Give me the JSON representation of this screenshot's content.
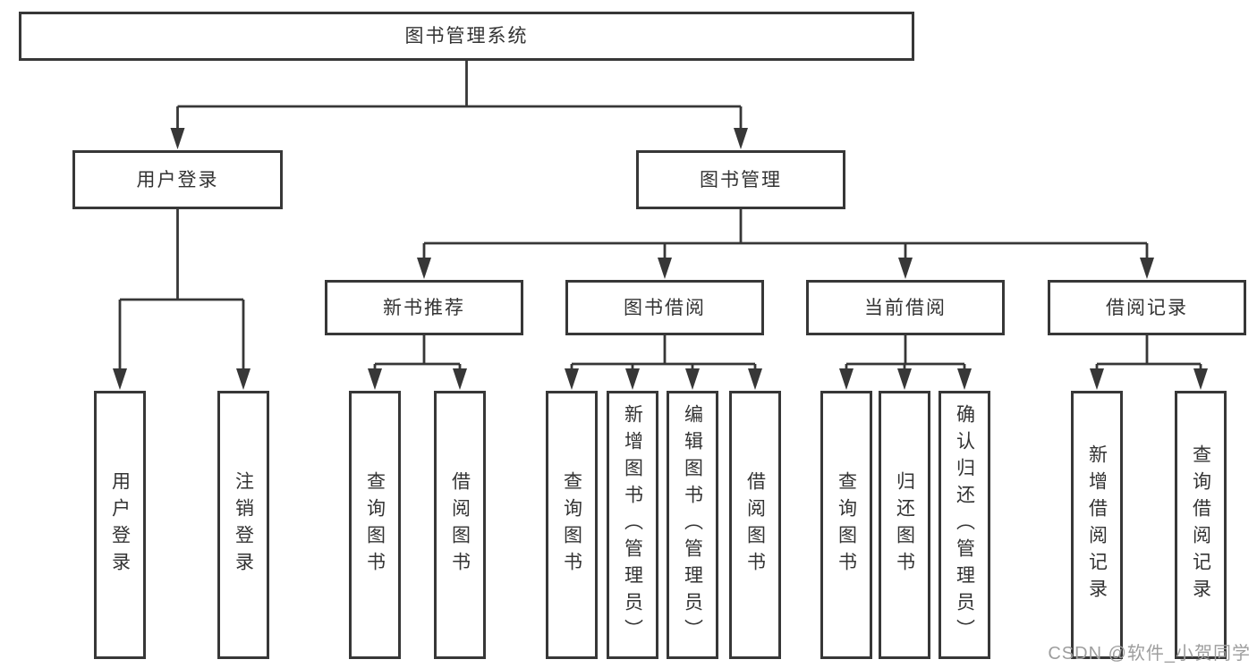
{
  "watermark": {
    "text": "CSDN @软件_小贺同学"
  },
  "colors": {
    "line": "#373737",
    "text": "#333333",
    "background": "#ffffff",
    "watermark": "#9e9e9e"
  },
  "tree": {
    "label": "图书管理系统",
    "children": [
      {
        "label": "用户登录",
        "children": [
          {
            "label": "用户登录"
          },
          {
            "label": "注销登录"
          }
        ]
      },
      {
        "label": "图书管理",
        "children": [
          {
            "label": "新书推荐",
            "children": [
              {
                "label": "查询图书"
              },
              {
                "label": "借阅图书"
              }
            ]
          },
          {
            "label": "图书借阅",
            "children": [
              {
                "label": "查询图书"
              },
              {
                "label": "新增图书（管理员）"
              },
              {
                "label": "编辑图书（管理员）"
              },
              {
                "label": "借阅图书"
              }
            ]
          },
          {
            "label": "当前借阅",
            "children": [
              {
                "label": "查询图书"
              },
              {
                "label": "归还图书"
              },
              {
                "label": "确认归还（管理员）"
              }
            ]
          },
          {
            "label": "借阅记录",
            "children": [
              {
                "label": "新增借阅记录"
              },
              {
                "label": "查询借阅记录"
              }
            ]
          }
        ]
      }
    ]
  }
}
